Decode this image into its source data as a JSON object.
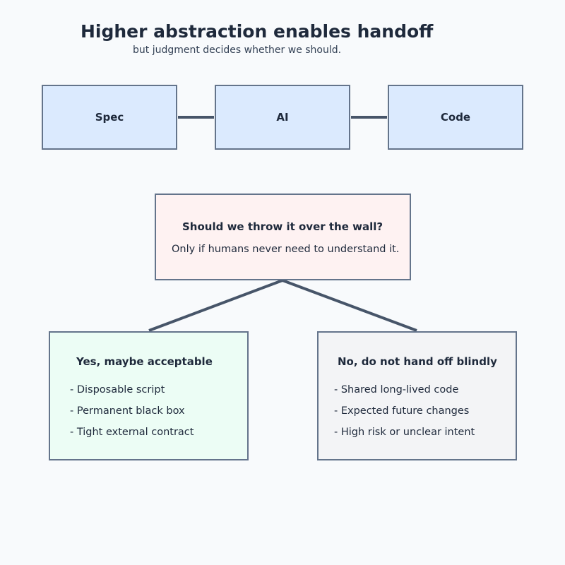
{
  "header": {
    "title": "Higher abstraction enables handoff",
    "subtitle": "but judgment decides whether we should."
  },
  "flow": {
    "nodes": [
      "Spec",
      "AI",
      "Code"
    ]
  },
  "question": {
    "title": "Should we throw it over the wall?",
    "subtitle": "Only if humans never need to understand it."
  },
  "branches": {
    "yes": {
      "title": "Yes, maybe acceptable",
      "items": [
        "- Disposable script",
        "- Permanent black box",
        "- Tight external contract"
      ]
    },
    "no": {
      "title": "No, do not hand off blindly",
      "items": [
        "- Shared long-lived code",
        "- Expected future changes",
        "- High risk or unclear intent"
      ]
    }
  },
  "colors": {
    "background": "#f8fafc",
    "border": "#64748b",
    "connector": "#475569",
    "flow_fill": "#dbeafe",
    "question_fill": "#fef2f2",
    "yes_fill": "#ecfdf5",
    "no_fill": "#f3f4f6",
    "text": "#1e293b"
  }
}
